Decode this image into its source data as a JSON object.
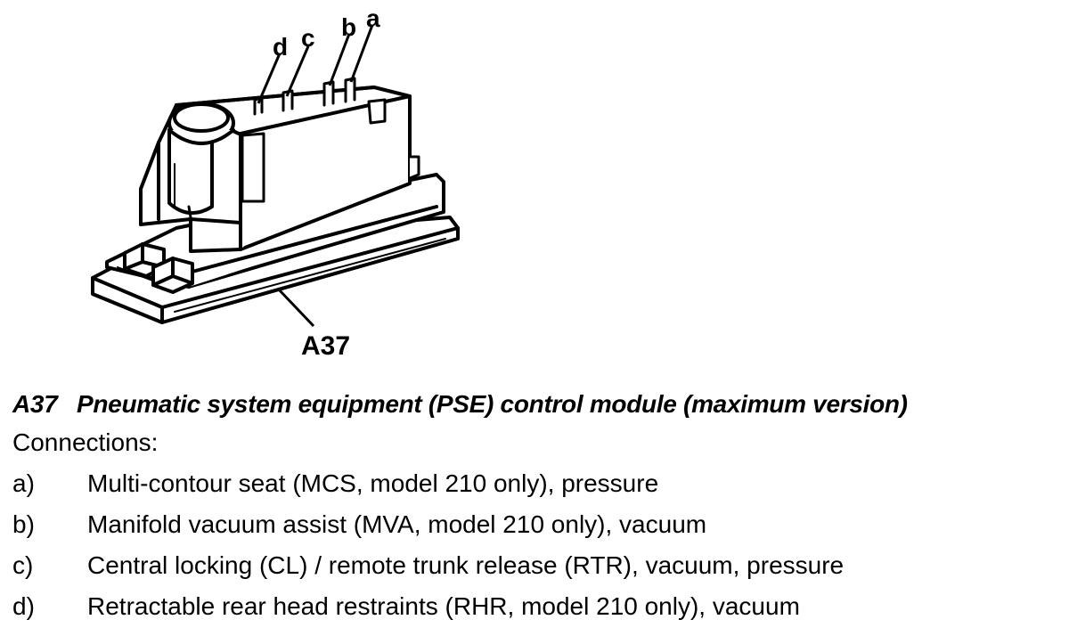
{
  "diagram": {
    "callouts": {
      "a": "a",
      "b": "b",
      "c": "c",
      "d": "d",
      "component": "A37"
    }
  },
  "caption": {
    "code": "A37",
    "title": "Pneumatic system equipment (PSE) control module (maximum version)",
    "connections_header": "Connections:",
    "connections": [
      {
        "letter": "a)",
        "text": "Multi-contour seat (MCS, model 210 only), pressure"
      },
      {
        "letter": "b)",
        "text": "Manifold vacuum assist (MVA, model 210 only), vacuum"
      },
      {
        "letter": "c)",
        "text": "Central locking (CL) / remote trunk release (RTR), vacuum, pressure"
      },
      {
        "letter": "d)",
        "text": "Retractable rear head restraints (RHR, model 210 only), vacuum"
      }
    ]
  }
}
